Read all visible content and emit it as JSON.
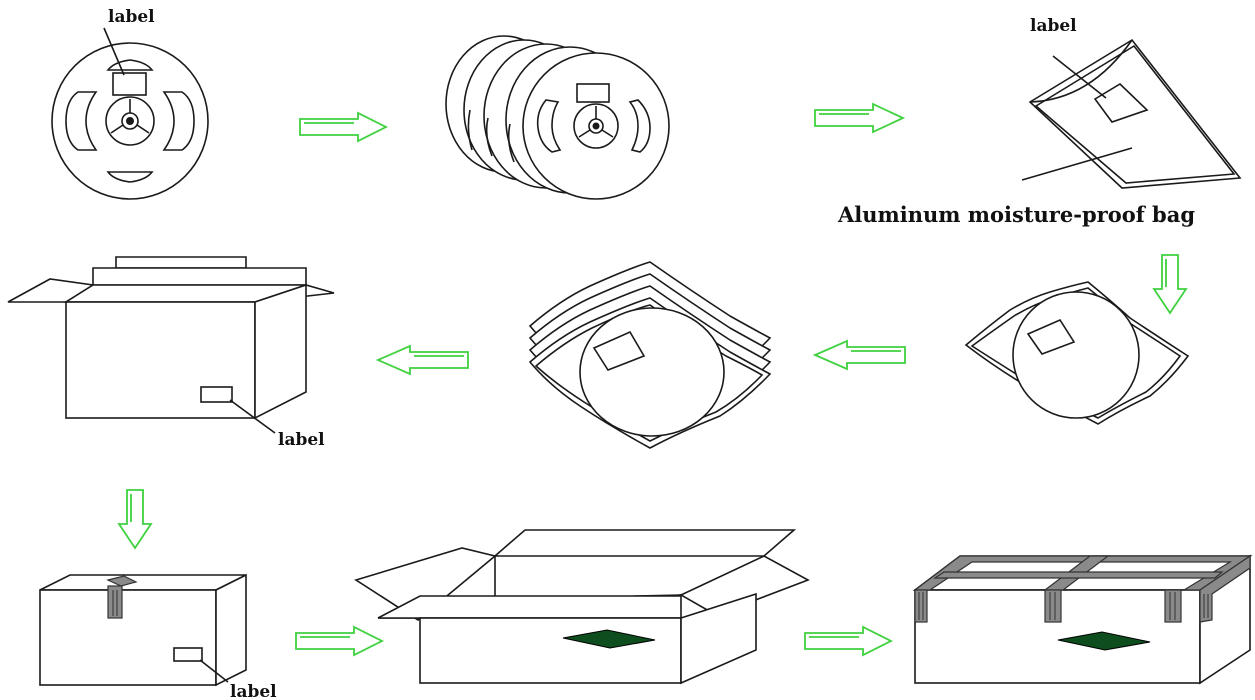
{
  "labels": {
    "reel_label": "label",
    "bag_label": "label",
    "bag_caption": "Aluminum moisture-proof bag",
    "carton_label": "label",
    "small_box_label": "label"
  },
  "colors": {
    "arrow_stroke": "#3fd13f",
    "line": "#1a1a1a",
    "carton_label_fill": "#0d4d1e",
    "tape": "#8a8a8a"
  },
  "icons": {
    "flow_arrow": "hollow-arrow-icon"
  }
}
